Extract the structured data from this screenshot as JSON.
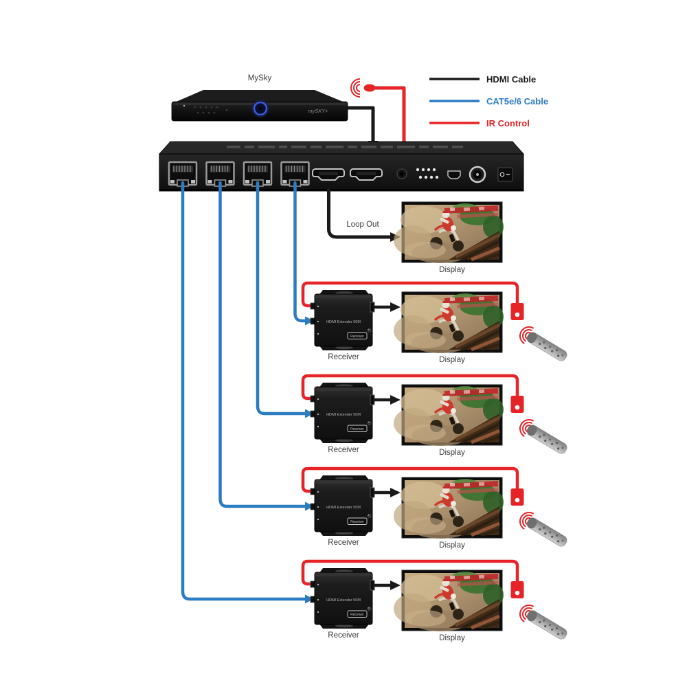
{
  "source": {
    "label": "MySky",
    "brand": "mySKY+"
  },
  "legend": {
    "items": [
      {
        "label": "HDMI Cable",
        "color": "#1a1a1a"
      },
      {
        "label": "CAT5e/6 Cable",
        "color": "#2b7cc2"
      },
      {
        "label": "IR Control",
        "color": "#e62428"
      }
    ]
  },
  "loop_out": {
    "cable_label": "Loop Out",
    "display_label": "Display"
  },
  "rows": [
    {
      "receiver_label": "Receiver",
      "display_label": "Display",
      "device_text": "HDMI Extender 50M",
      "device_badge": "Receiver"
    },
    {
      "receiver_label": "Receiver",
      "display_label": "Display",
      "device_text": "HDMI Extender 50M",
      "device_badge": "Receiver"
    },
    {
      "receiver_label": "Receiver",
      "display_label": "Display",
      "device_text": "HDMI Extender 50M",
      "device_badge": "Receiver"
    },
    {
      "receiver_label": "Receiver",
      "display_label": "Display",
      "device_text": "HDMI Extender 50M",
      "device_badge": "Receiver"
    }
  ],
  "colors": {
    "hdmi_cable": "#1a1a1a",
    "cat_cable": "#2b7cc2",
    "ir_cable": "#e62428",
    "background": "#ffffff"
  }
}
